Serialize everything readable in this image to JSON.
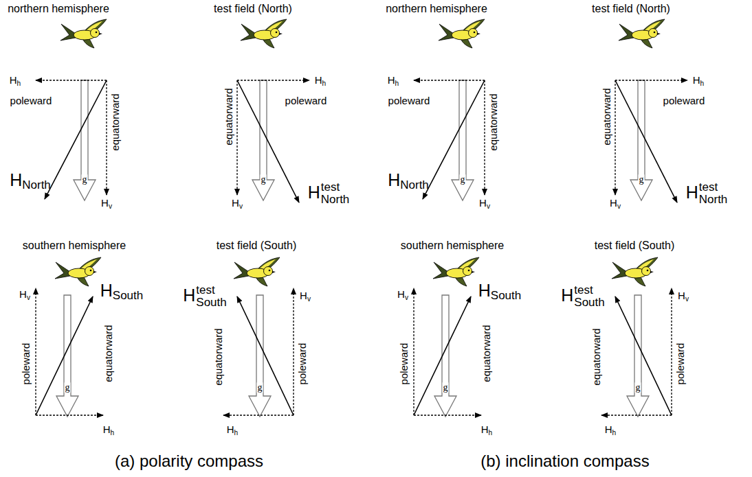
{
  "diagram": {
    "labels": [
      "northern hemisphere",
      "Hh",
      "poleward",
      "equatorward",
      "g",
      "Hv",
      "HNorth",
      "test field (North)",
      "Hh",
      "poleward",
      "equatorward",
      "g",
      "Hv",
      "HtestNorth",
      "southern hemisphere",
      "Hv",
      "HSouth",
      "poleward",
      "g",
      "equatorward",
      "Hh",
      "test field (South)",
      "HtestSouth",
      "Hv",
      "equatorward",
      "g",
      "poleward",
      "Hh",
      "northern hemisphere",
      "Hh",
      "poleward",
      "equatorward",
      "g",
      "Hv",
      "HNorth",
      "test field (North)",
      "Hh",
      "poleward",
      "equatorward",
      "g",
      "Hv",
      "HtestNorth",
      "southern hemisphere",
      "Hv",
      "HSouth",
      "poleward",
      "g",
      "equatorward",
      "Hh",
      "test field (South)",
      "HtestSouth",
      "Hv",
      "equatorward",
      "g",
      "poleward",
      "Hh",
      "(a) polarity compass",
      "(b) inclination compass"
    ]
  }
}
